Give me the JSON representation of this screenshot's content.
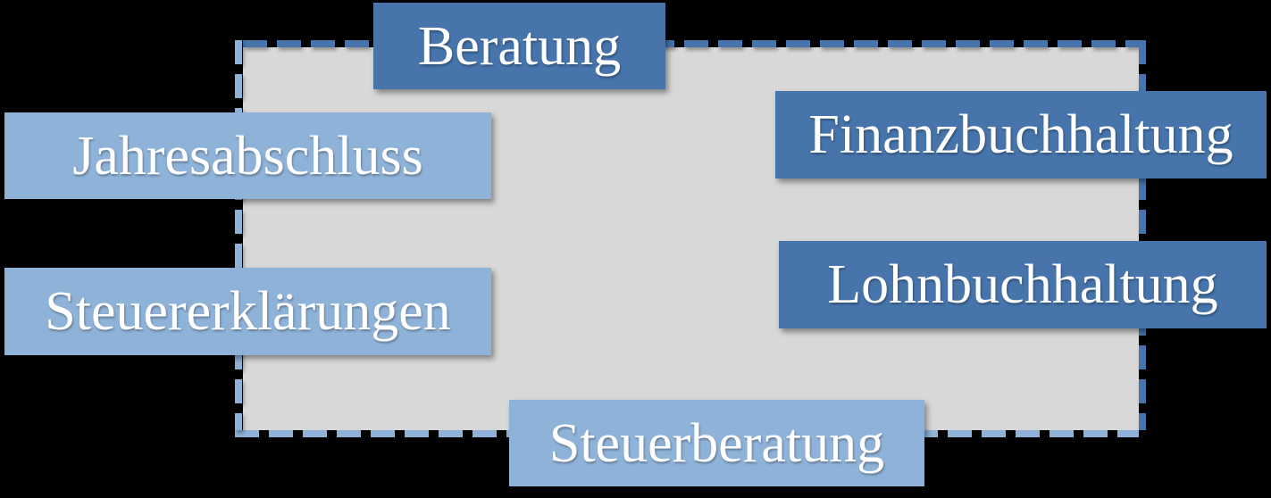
{
  "diagram": {
    "boxes": [
      {
        "id": "beratung",
        "label": "Beratung",
        "variant": "dark"
      },
      {
        "id": "jahresabschluss",
        "label": "Jahresabschluss",
        "variant": "light"
      },
      {
        "id": "finanzbuchhaltung",
        "label": "Finanzbuchhaltung",
        "variant": "dark"
      },
      {
        "id": "steuererklaerungen",
        "label": "Steuererklärungen",
        "variant": "light"
      },
      {
        "id": "lohnbuchhaltung",
        "label": "Lohnbuchhaltung",
        "variant": "dark"
      },
      {
        "id": "steuerberatung",
        "label": "Steuerberatung",
        "variant": "light"
      }
    ],
    "colors": {
      "dark_blue": "#4674ab",
      "light_blue": "#8fb2d8",
      "panel_gray": "#d8d8d8",
      "background": "#000000",
      "text": "#ffffff"
    },
    "panel_border_style": "dashed"
  }
}
